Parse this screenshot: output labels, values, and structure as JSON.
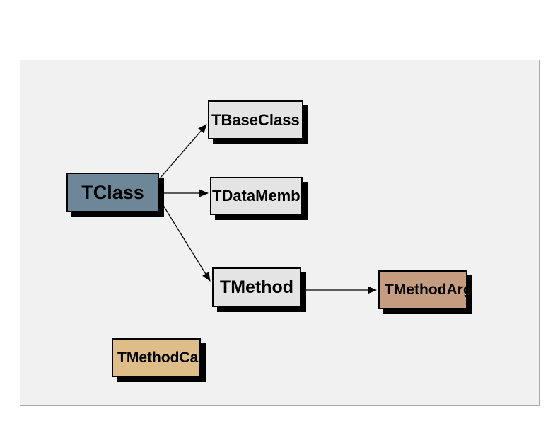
{
  "page": {
    "background": "#ffffff"
  },
  "canvas": {
    "background": "#f1f1f1",
    "edge_color": "#a9a9a9"
  },
  "diagram": {
    "border_color": "#000000",
    "shadow_color": "#000000",
    "line_color": "#000000",
    "nodes": [
      {
        "label": "TClass",
        "fill": "#6e8798"
      },
      {
        "label": "TBaseClass",
        "fill": "#e4e4e4"
      },
      {
        "label": "TDataMember",
        "fill": "#e4e4e4"
      },
      {
        "label": "TMethod",
        "fill": "#e4e4e4"
      },
      {
        "label": "TMethodArg",
        "fill": "#c69c80"
      },
      {
        "label": "TMethodCall",
        "fill": "#dfbd88"
      }
    ],
    "edges": [
      {
        "from": "TClass",
        "to": "TBaseClass"
      },
      {
        "from": "TClass",
        "to": "TDataMember"
      },
      {
        "from": "TClass",
        "to": "TMethod"
      },
      {
        "from": "TMethod",
        "to": "TMethodArg"
      }
    ]
  }
}
